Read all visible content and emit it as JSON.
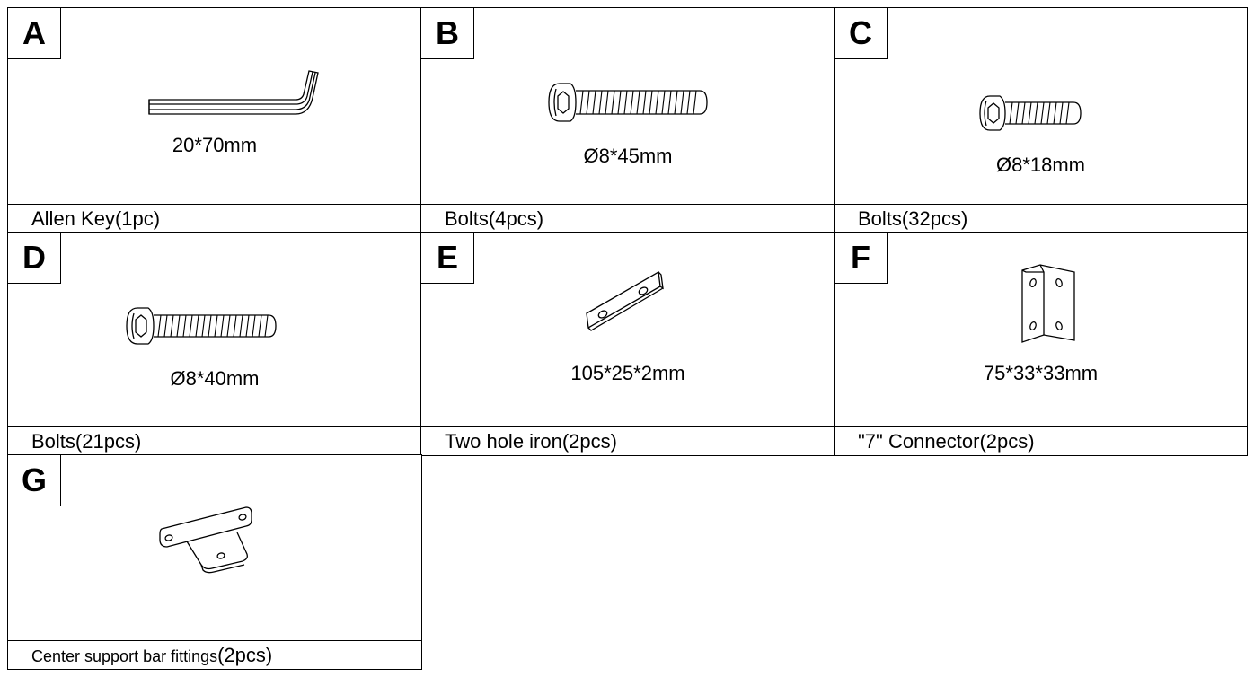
{
  "parts": [
    {
      "letter": "A",
      "dimension": "20*70mm",
      "name": "Allen Key(1pc)",
      "icon": "allen-key-icon"
    },
    {
      "letter": "B",
      "dimension": "Ø8*45mm",
      "name": "Bolts(4pcs)",
      "icon": "bolt-icon"
    },
    {
      "letter": "C",
      "dimension": "Ø8*18mm",
      "name": "Bolts(32pcs)",
      "icon": "bolt-icon"
    },
    {
      "letter": "D",
      "dimension": "Ø8*40mm",
      "name": "Bolts(21pcs)",
      "icon": "bolt-icon"
    },
    {
      "letter": "E",
      "dimension": "105*25*2mm",
      "name": "Two hole iron(2pcs)",
      "icon": "two-hole-plate-icon"
    },
    {
      "letter": "F",
      "dimension": "75*33*33mm",
      "name": "\"7\" Connector(2pcs)",
      "icon": "angle-bracket-icon"
    },
    {
      "letter": "G",
      "dimension": "",
      "name_main": "Center support bar fittings",
      "name_qty": "(2pcs)",
      "icon": "support-fitting-icon"
    }
  ]
}
